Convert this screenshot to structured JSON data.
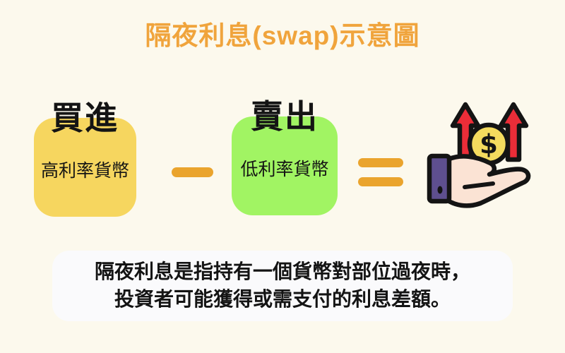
{
  "title": "隔夜利息(swap)示意圖",
  "diagram": {
    "buy": {
      "action": "買進",
      "currency": "高利率貨幣"
    },
    "sell": {
      "action": "賣出",
      "currency": "低利率貨幣"
    },
    "operators": {
      "minus": "−",
      "equals": "="
    },
    "result": {
      "icon": "hand-receiving-money-icon",
      "dollar_sign": "$"
    }
  },
  "description": {
    "line1": "隔夜利息是指持有一個貨幣對部位過夜時，",
    "line2": "投資者可能獲得或需支付的利息差額。"
  },
  "colors": {
    "background": "#FCF9ED",
    "title_orange": "#F0A43C",
    "operator_orange": "#EAA42D",
    "buy_box_yellow": "#F6D65F",
    "sell_box_green": "#A1F463",
    "description_box_white": "#FAFAFC",
    "text_black": "#141414",
    "arrow_red": "#EB2D38",
    "coin_yellow": "#F4DB5E",
    "hand_skin": "#FBE3D4",
    "cuff_purple": "#5E4F8F"
  }
}
